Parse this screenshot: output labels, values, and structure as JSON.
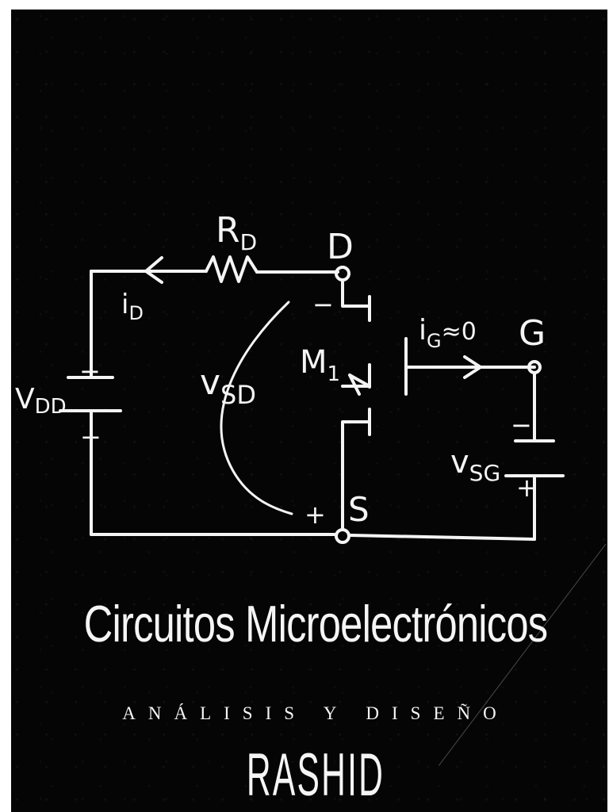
{
  "cover": {
    "title": "Circuitos Microelectrónicos",
    "subtitle": "ANÁLISIS Y DISEÑO",
    "author": "RASHID"
  },
  "circuit_labels": {
    "rd": "R",
    "rd_sub": "D",
    "drain": "D",
    "id": "i",
    "id_sub": "D",
    "vdd": "V",
    "vdd_sub": "DD",
    "vsd": "v",
    "vsd_sub": "SD",
    "m1": "M",
    "m1_sub": "1",
    "ig": "i",
    "ig_sub": "G",
    "ig_value": "≈0",
    "gate": "G",
    "vsg": "v",
    "vsg_sub": "SG",
    "source": "S",
    "minus": "−",
    "plus": "+"
  },
  "colors": {
    "background": "#050505",
    "foreground": "#f4f4f4"
  }
}
